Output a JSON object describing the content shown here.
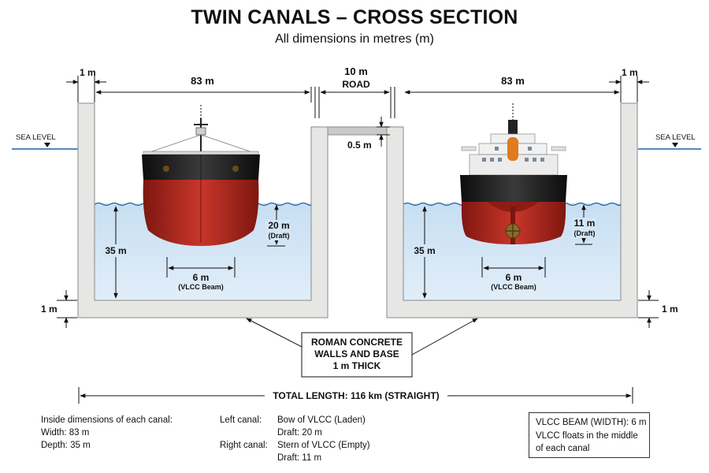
{
  "title": "TWIN CANALS – CROSS SECTION",
  "subtitle": "All dimensions in metres (m)",
  "dimensions": {
    "wall_left": "1 m",
    "canal_width_left": "83 m",
    "road_width": "10 m",
    "road_label": "ROAD",
    "canal_width_right": "83 m",
    "wall_right": "1 m",
    "road_thickness": "0.5 m",
    "depth_left": "35 m",
    "depth_right": "35 m",
    "draft_left_value": "20 m",
    "draft_left_label": "(Draft)",
    "draft_right_value": "11 m",
    "draft_right_label": "(Draft)",
    "beam_left_value": "6 m",
    "beam_left_label": "(VLCC Beam)",
    "beam_right_value": "6 m",
    "beam_right_label": "(VLCC Beam)",
    "base_left": "1 m",
    "base_right": "1 m",
    "total_length": "TOTAL LENGTH: 116 km (STRAIGHT)"
  },
  "sea_level": {
    "left": "SEA LEVEL",
    "right": "SEA LEVEL"
  },
  "callout": {
    "line1": "ROMAN CONCRETE",
    "line2": "WALLS AND BASE",
    "line3": "1 m THICK"
  },
  "notes": {
    "inside_title": "Inside dimensions of each canal:",
    "inside_width": "Width: 83 m",
    "inside_depth": "Depth: 35 m",
    "left_canal_label": "Left canal:",
    "left_canal_desc": "Bow of VLCC (Laden)",
    "left_canal_draft": "Draft: 20 m",
    "right_canal_label": "Right canal:",
    "right_canal_desc": "Stern of VLCC (Empty)",
    "right_canal_draft": "Draft: 11 m",
    "box_line1": "VLCC BEAM (WIDTH): 6 m",
    "box_line2": "VLCC floats in the middle",
    "box_line3": "of each canal"
  },
  "colors": {
    "concrete": "#e6e6e4",
    "water": "#cfe4f4",
    "hull_black": "#1b1b1b",
    "hull_red": "#b3261c",
    "water_line": "#1f5fa8"
  }
}
